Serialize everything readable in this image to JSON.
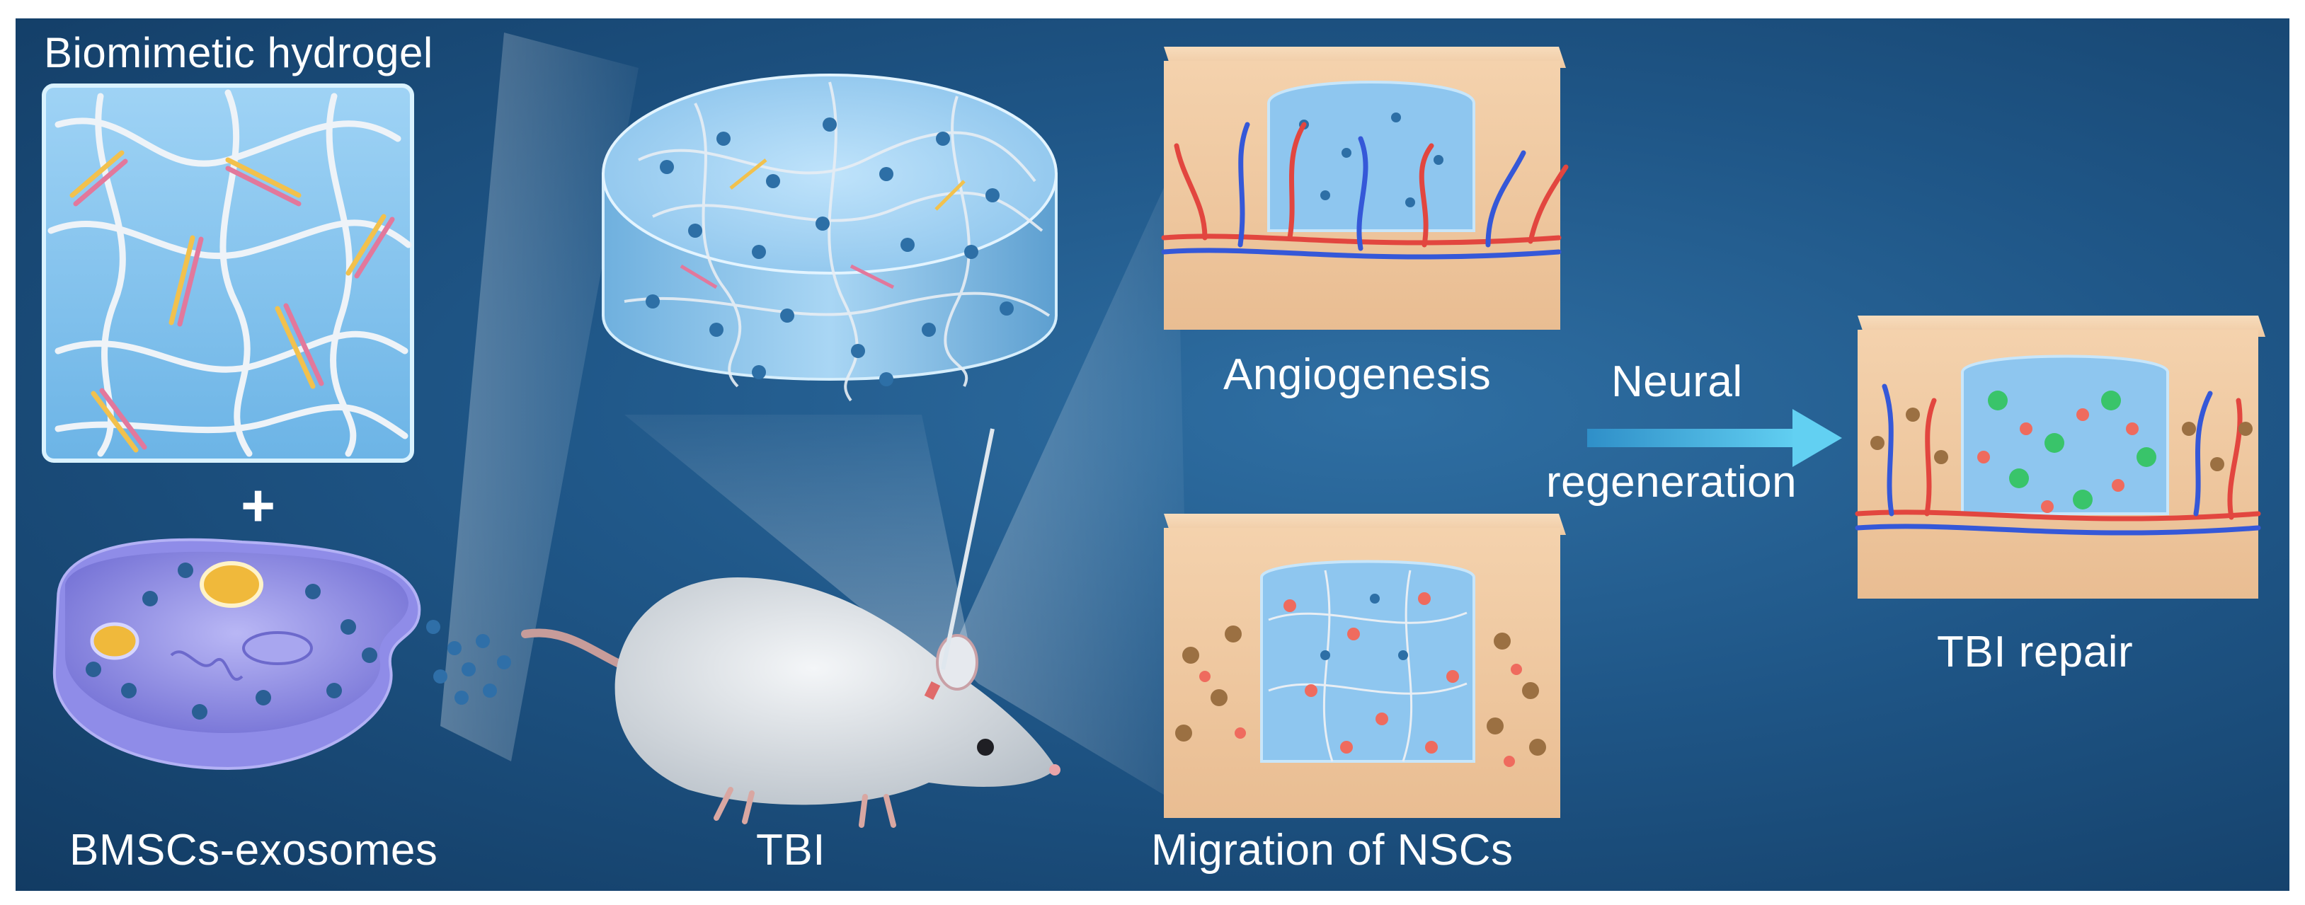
{
  "labels": {
    "hydrogel": "Biomimetic hydrogel",
    "plus": "+",
    "exosomes": "BMSCs-exosomes",
    "tbi": "TBI",
    "angiogenesis": "Angiogenesis",
    "neural": "Neural",
    "regeneration": "regeneration",
    "migration": "Migration of NSCs",
    "repair": "TBI repair"
  },
  "colors": {
    "background": "#1f5687",
    "tissue": "#f0c9a0",
    "hydrogel": "#8ec6ef",
    "artery": "#e2463f",
    "vein": "#3558d8",
    "arrow": "#4fc1ea"
  }
}
